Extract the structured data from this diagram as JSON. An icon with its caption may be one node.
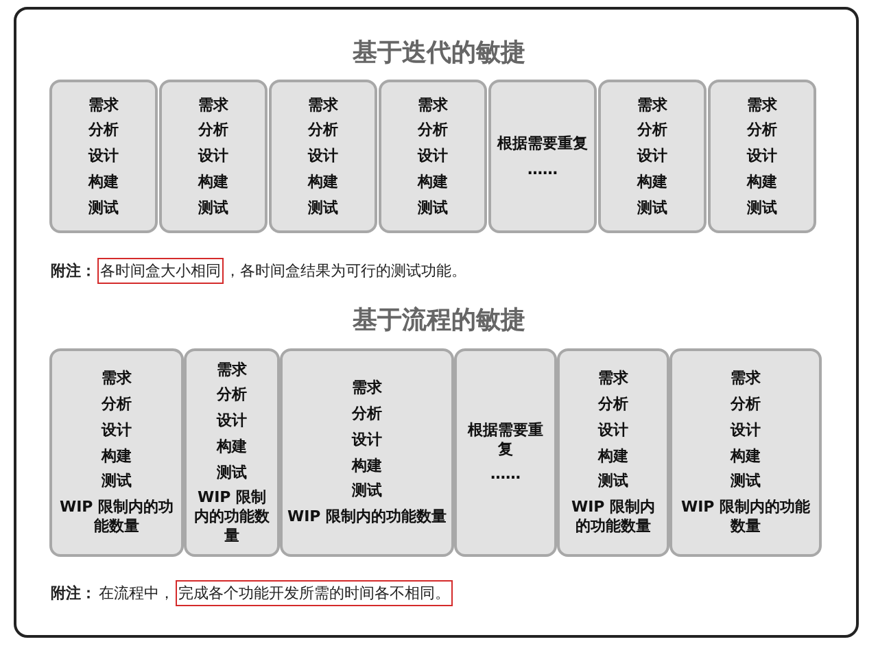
{
  "diagram": {
    "nodes": [
      {
        "text": [
          "需求",
          "分析",
          "设计",
          "构建",
          "测试"
        ]
      },
      {
        "text": [
          "需求",
          "分析",
          "设计",
          "构建",
          "测试"
        ]
      },
      {
        "text": [
          "需求",
          "分析",
          "设计",
          "构建",
          "测试"
        ]
      },
      {
        "text": [
          "需求",
          "分析",
          "设计",
          "构建",
          "测试"
        ]
      },
      {
        "text": [
          "根据需要重复",
          "……"
        ]
      },
      {
        "text": [
          "需求",
          "分析",
          "设计",
          "构建",
          "测试"
        ]
      },
      {
        "text": [
          "需求",
          "分析",
          "设计",
          "构建",
          "测试"
        ]
      },
      {
        "text": [
          "需求",
          "分析",
          "设计",
          "构建",
          "测试",
          "WIP 限制内的功能数量"
        ]
      },
      {
        "text": [
          "需求",
          "分析",
          "设计",
          "构建",
          "测试",
          "WIP 限制内的功能数量"
        ]
      },
      {
        "text": [
          "需求",
          "分析",
          "设计",
          "构建",
          "测试",
          "WIP 限制内的功能数量"
        ]
      },
      {
        "text": [
          "根据需要重复",
          "……"
        ]
      },
      {
        "text": [
          "需求",
          "分析",
          "设计",
          "构建",
          "测试",
          "WIP 限制内的功能数量"
        ]
      },
      {
        "text": [
          "需求",
          "分析",
          "设计",
          "构建",
          "测试",
          "WIP 限制内的功能数量"
        ]
      }
    ],
    "labels": [
      "基于迭代的敏捷",
      "附注：",
      "各时间盒大小相同",
      "，各时间盒结果为可行的测试功能。",
      "基于流程的敏捷",
      "附注：",
      "在流程中，",
      "完成各个功能开发所需的时间各不相同。"
    ]
  }
}
